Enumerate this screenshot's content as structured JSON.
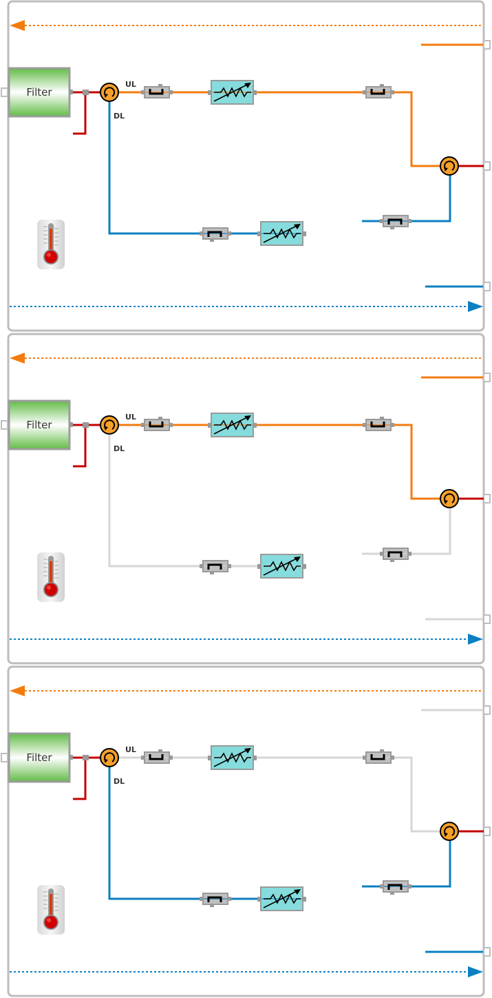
{
  "colors": {
    "uplink": "#f47b0e",
    "downlink": "#0a7fc2",
    "power": "#c40000",
    "inactive": "#d6d6d6",
    "frame": "#bdbdbd",
    "connector": "#999999",
    "attenuator_fill": "#86dcdc",
    "circulator_fill": "#f6a12a"
  },
  "icons": {
    "filter": "filter-block",
    "circulator": "circulator-icon",
    "isolator": "isolator-icon",
    "attenuator": "variable-attenuator-icon",
    "thermometer": "thermometer-icon",
    "arrow_left": "arrow-left-icon",
    "arrow_right": "arrow-right-icon"
  },
  "panels": [
    {
      "name": "panel-1",
      "filter_label": "Filter",
      "ul_label": "UL",
      "dl_label": "DL",
      "uplink_active": true,
      "downlink_active": true
    },
    {
      "name": "panel-2",
      "filter_label": "Filter",
      "ul_label": "UL",
      "dl_label": "DL",
      "uplink_active": true,
      "downlink_active": false
    },
    {
      "name": "panel-3",
      "filter_label": "Filter",
      "ul_label": "UL",
      "dl_label": "DL",
      "uplink_active": false,
      "downlink_active": true
    }
  ]
}
